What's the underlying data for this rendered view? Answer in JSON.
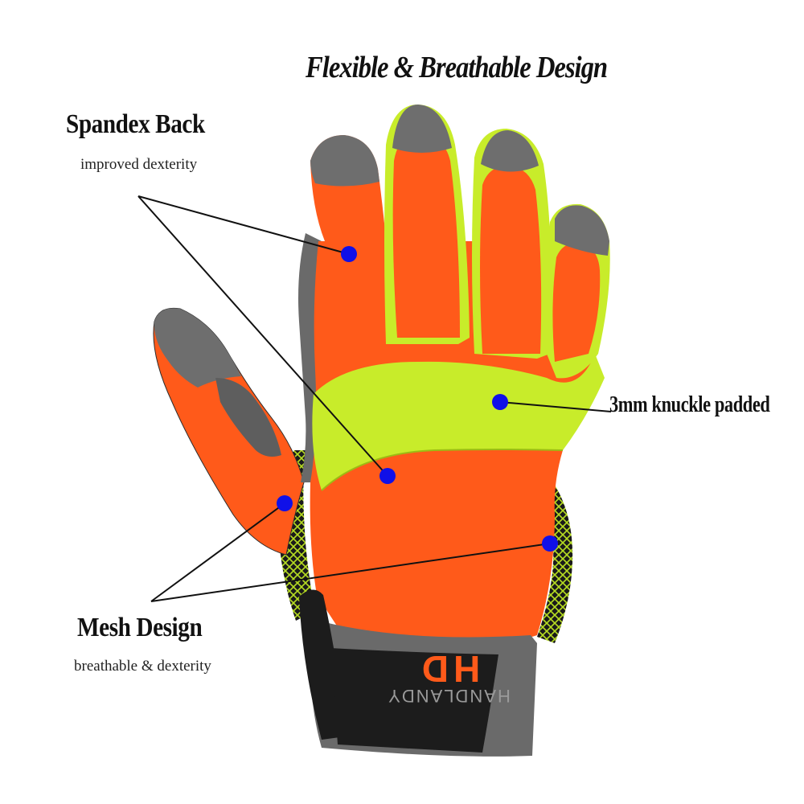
{
  "title": "Flexible & Breathable Design",
  "callouts": {
    "spandex": {
      "title": "Spandex Back",
      "subtitle": "improved dexterity"
    },
    "knuckle": {
      "title": "3mm knuckle padded"
    },
    "mesh": {
      "title": "Mesh Design",
      "subtitle": "breathable & dexterity"
    }
  },
  "glove": {
    "brand_name": "HANDLANDY",
    "brand_logo": "HD",
    "colors": {
      "orange": "#ff5a1a",
      "hi_vis_yellow": "#c8ec2a",
      "grey_synthetic": "#6e6e6e",
      "black_cuff": "#1c1c1c",
      "marker_blue": "#1010e8"
    }
  }
}
